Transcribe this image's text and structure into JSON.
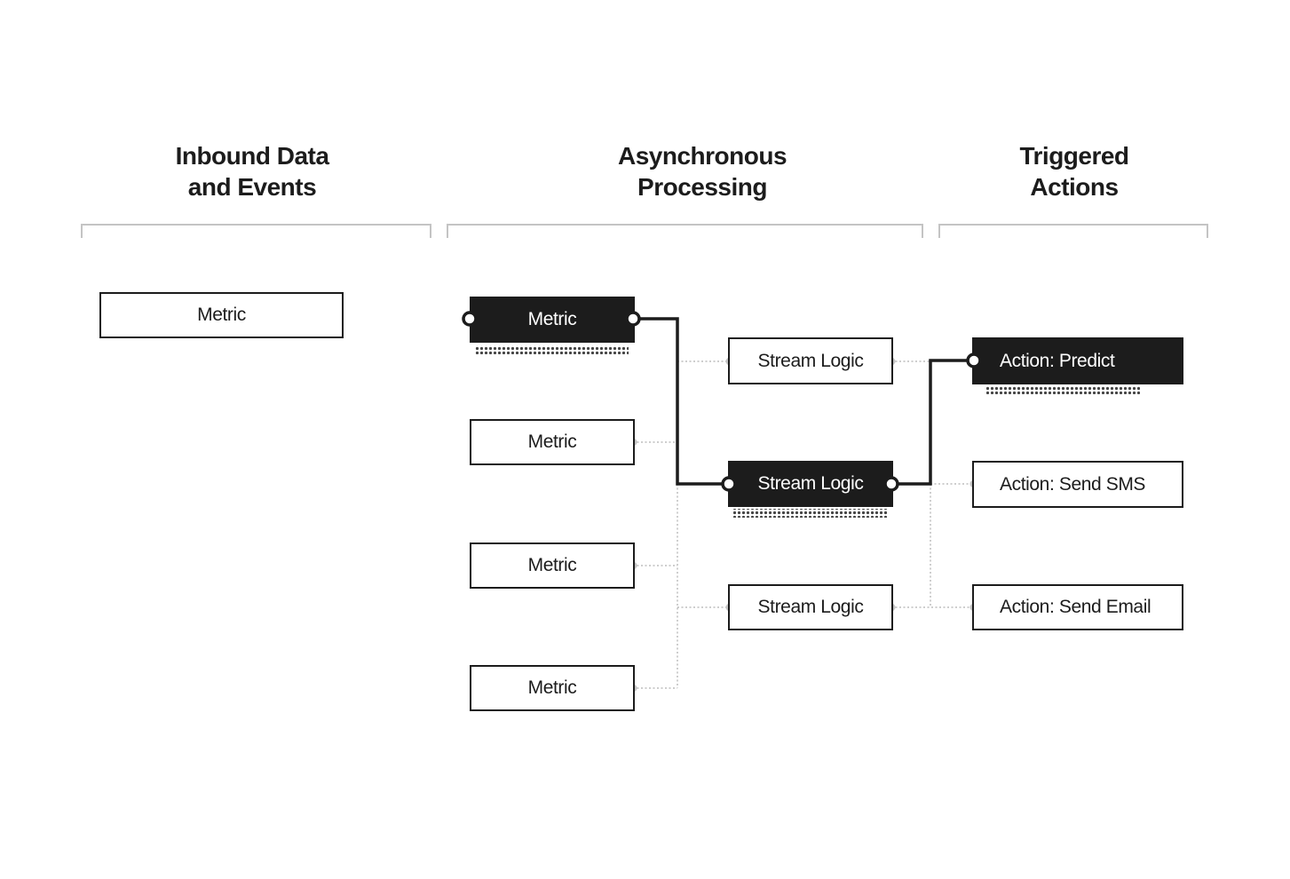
{
  "columns": {
    "inbound": {
      "line1": "Inbound Data",
      "line2": "and Events"
    },
    "processing": {
      "line1": "Asynchronous",
      "line2": "Processing"
    },
    "actions": {
      "line1": "Triggered",
      "line2": "Actions"
    }
  },
  "inbound_node": {
    "label": "Metric"
  },
  "metrics": [
    {
      "label": "Metric",
      "active": true
    },
    {
      "label": "Metric",
      "active": false
    },
    {
      "label": "Metric",
      "active": false
    },
    {
      "label": "Metric",
      "active": false
    }
  ],
  "stream_logic": [
    {
      "label": "Stream Logic",
      "active": false
    },
    {
      "label": "Stream Logic",
      "active": true
    },
    {
      "label": "Stream Logic",
      "active": false
    }
  ],
  "actions": [
    {
      "label": "Action: Predict",
      "active": true
    },
    {
      "label": "Action: Send SMS",
      "active": false
    },
    {
      "label": "Action: Send Email",
      "active": false
    }
  ],
  "colors": {
    "ink": "#1c1c1c",
    "background": "#ffffff",
    "inactive_connector": "#bdbdbd",
    "bracket": "#c4c4c4"
  }
}
